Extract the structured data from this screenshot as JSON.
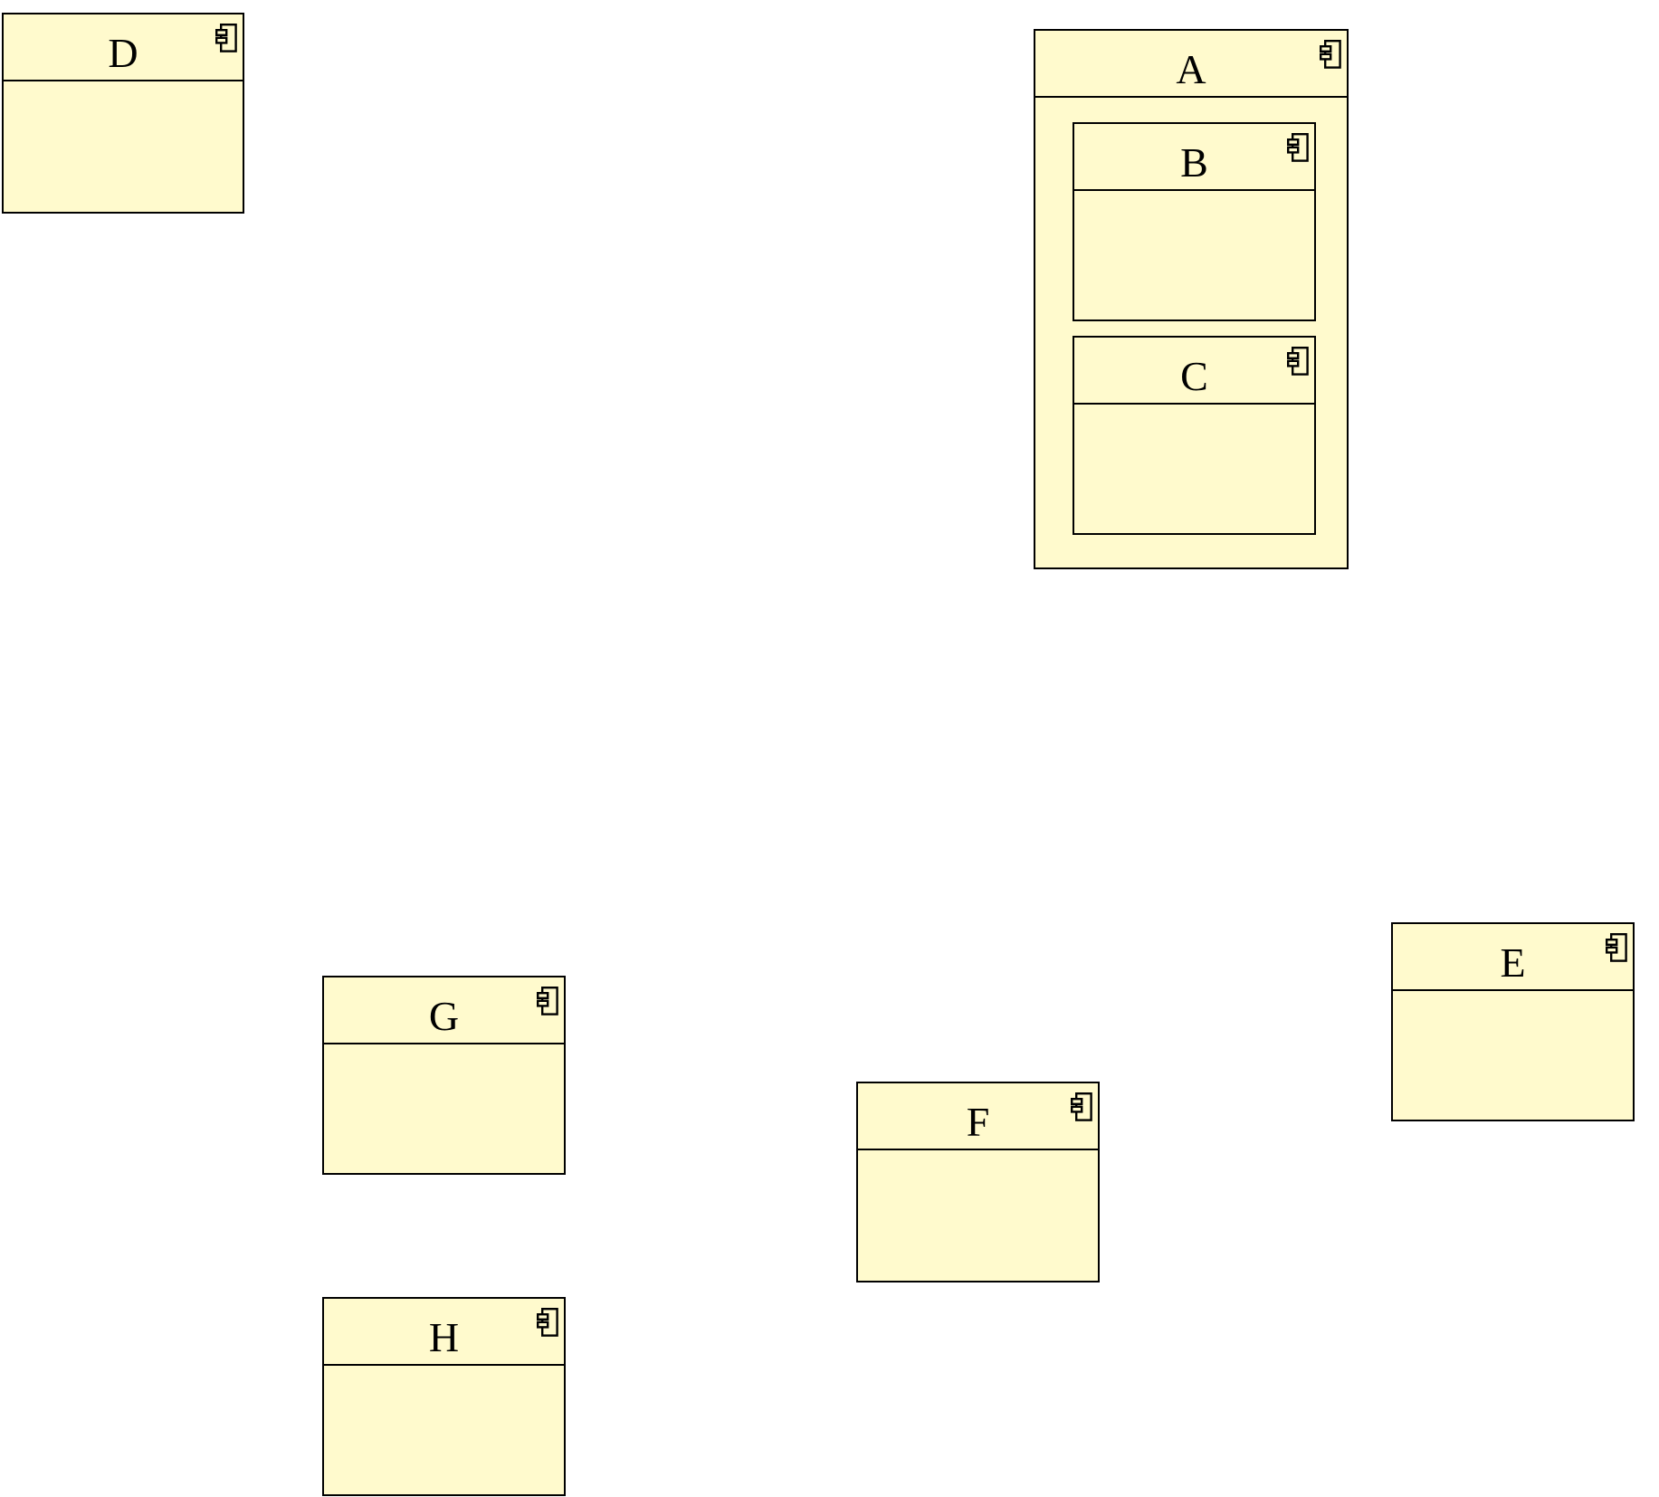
{
  "diagram": {
    "kind": "uml-component-diagram",
    "background_color": "#FFFFFF",
    "component_fill_color": "#FFFACD",
    "component_border_color": "#000000",
    "label_color": "#000000",
    "components": [
      {
        "id": "D",
        "label": "D",
        "contains": []
      },
      {
        "id": "A",
        "label": "A",
        "contains": [
          "B",
          "C"
        ]
      },
      {
        "id": "B",
        "label": "B",
        "contains": []
      },
      {
        "id": "C",
        "label": "C",
        "contains": []
      },
      {
        "id": "E",
        "label": "E",
        "contains": []
      },
      {
        "id": "G",
        "label": "G",
        "contains": []
      },
      {
        "id": "F",
        "label": "F",
        "contains": []
      },
      {
        "id": "H",
        "label": "H",
        "contains": []
      }
    ]
  }
}
